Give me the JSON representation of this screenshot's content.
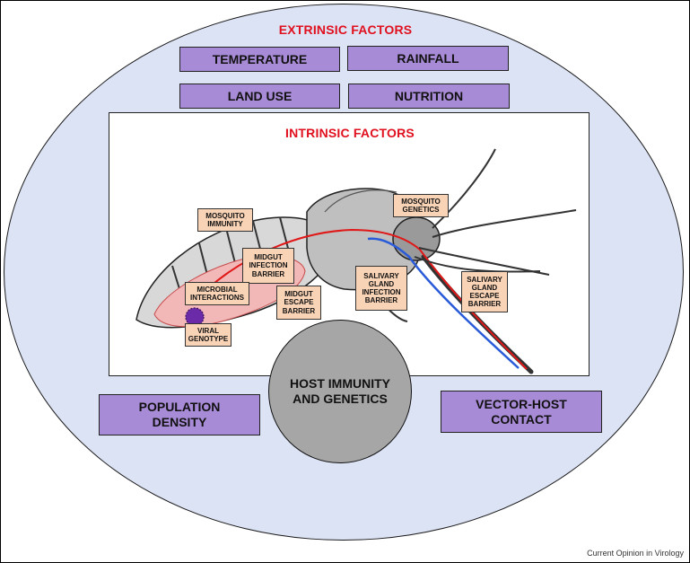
{
  "extrinsic": {
    "title": "EXTRINSIC FACTORS",
    "temperature": "TEMPERATURE",
    "rainfall": "RAINFALL",
    "land_use": "LAND USE",
    "nutrition": "NUTRITION",
    "population_density": "POPULATION\nDENSITY",
    "vector_host_contact": "VECTOR-HOST\nCONTACT"
  },
  "intrinsic": {
    "title": "INTRINSIC FACTORS",
    "mosquito_immunity": "MOSQUITO\nIMMUNITY",
    "mosquito_genetics": "MOSQUITO\nGENETICS",
    "midgut_infection_barrier": "MIDGUT\nINFECTION\nBARRIER",
    "microbial_interactions": "MICROBIAL\nINTERACTIONS",
    "midgut_escape_barrier": "MIDGUT\nESCAPE\nBARRIER",
    "viral_genotype": "VIRAL\nGENOTYPE",
    "salivary_gland_infection_barrier": "SALIVARY\nGLAND\nINFECTION\nBARRIER",
    "salivary_gland_escape_barrier": "SALIVARY\nGLAND\nESCAPE\nBARRIER"
  },
  "host": {
    "label": "HOST IMMUNITY\nAND GENETICS"
  },
  "credit": "Current Opinion in Virology",
  "colors": {
    "ellipse_fill": "#dce3f5",
    "purple_box": "#a88bd6",
    "label_fill": "#f9d3b6",
    "title_red": "#e0101e",
    "host_circle": "#a6a6a6",
    "virus_path_red": "#e01818",
    "virus_path_blue": "#2a5bd8",
    "midgut_pink": "#f2b8b8"
  }
}
